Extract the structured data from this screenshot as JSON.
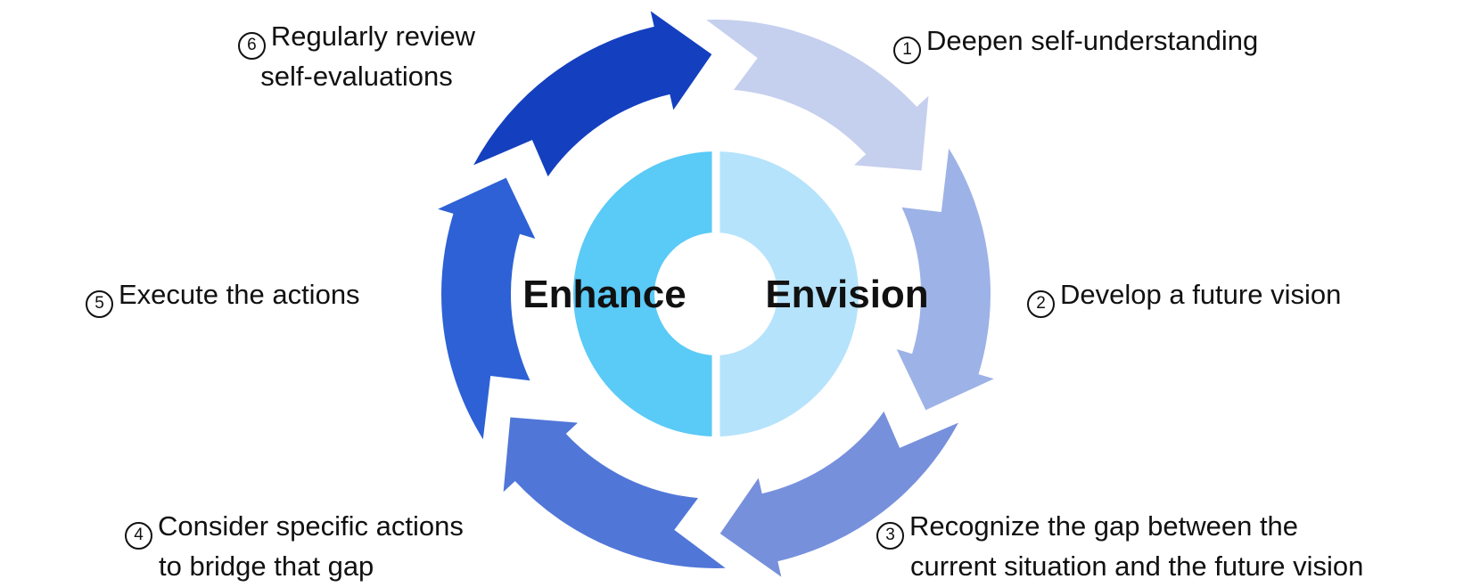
{
  "diagram": {
    "background": "#ffffff",
    "text_color": "#111111",
    "center": {
      "left_label": "Enhance",
      "right_label": "Envision",
      "left_color": "#5ACAF6",
      "right_color": "#B5E3FB",
      "divider_color": "#ffffff"
    },
    "steps": [
      {
        "number": "1",
        "arrow_color": "#C5CFEE",
        "lines": [
          "Deepen self-understanding"
        ]
      },
      {
        "number": "2",
        "arrow_color": "#9DB2E6",
        "lines": [
          "Develop a future vision"
        ]
      },
      {
        "number": "3",
        "arrow_color": "#7790DC",
        "lines": [
          "Recognize the gap between the",
          "current situation and the future vision"
        ]
      },
      {
        "number": "4",
        "arrow_color": "#5076D8",
        "lines": [
          "Consider specific actions",
          "to bridge that gap"
        ]
      },
      {
        "number": "5",
        "arrow_color": "#2D61D5",
        "lines": [
          "Execute the actions"
        ]
      },
      {
        "number": "6",
        "arrow_color": "#1440BF",
        "lines": [
          "Regularly review",
          "self-evaluations"
        ]
      }
    ]
  }
}
